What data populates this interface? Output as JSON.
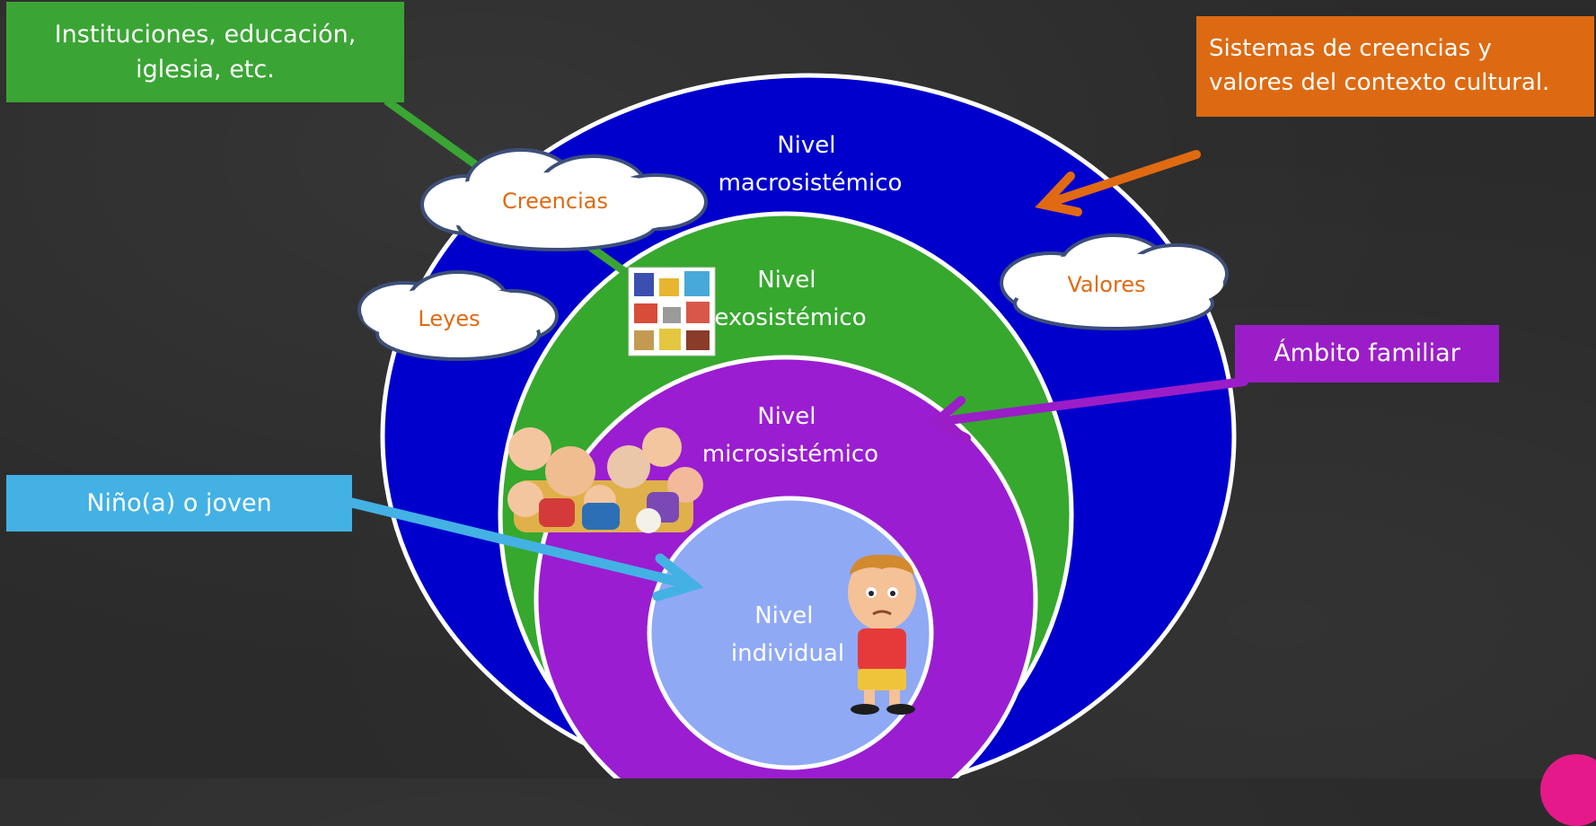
{
  "levels": {
    "macro": [
      "Nivel",
      "macrosistémico"
    ],
    "exo": [
      "Nivel",
      "exosistémico"
    ],
    "micro": [
      "Nivel",
      "microsistémico"
    ],
    "individual": [
      "Nivel",
      "individual"
    ]
  },
  "clouds": {
    "creencias": "Creencias",
    "leyes": "Leyes",
    "valores": "Valores"
  },
  "callouts": {
    "instituciones": "Instituciones, educación, iglesia, etc.",
    "sistemas": "Sistemas de creencias y valores del contexto cultural.",
    "ambito": "Ámbito familiar",
    "nino": "Niño(a) o joven"
  },
  "colors": {
    "macro": "#0000cc",
    "exo": "#36a82e",
    "micro": "#9b1dd1",
    "individual": "#8fa9f5",
    "instituciones_box": "#3aa534",
    "sistemas_box": "#dd6a12",
    "ambito_box": "#9b1dc8",
    "nino_box": "#43b1e4",
    "cloud_text": "#e06a12"
  },
  "icons": [
    "buildings-icon",
    "family-group-icon",
    "sad-child-icon"
  ]
}
